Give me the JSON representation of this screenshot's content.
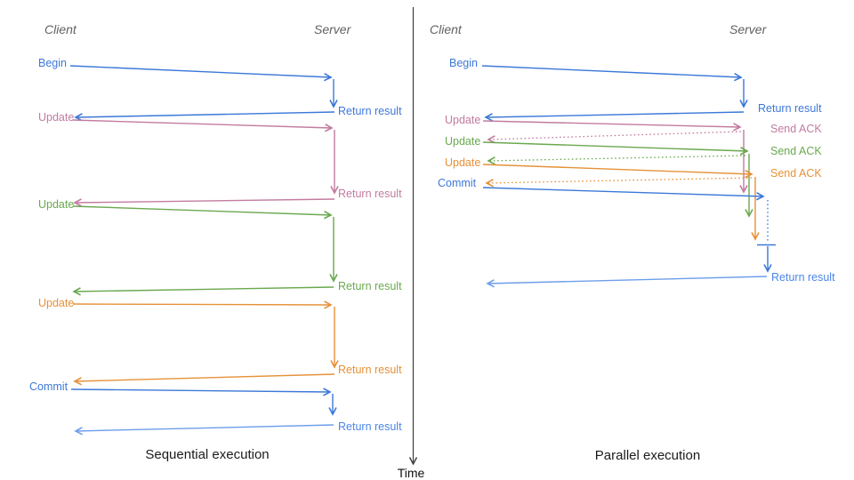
{
  "colors": {
    "blue": "#3c78d8",
    "light_blue": "#6d9eeb",
    "magenta": "#c27ba0",
    "green": "#6aa84f",
    "orange": "#e69138",
    "axis": "#3c3c3c",
    "lifeline_text": "#616161",
    "title_text": "#1b1b1b"
  },
  "time_axis": {
    "label": "Time"
  },
  "left_panel": {
    "title": "Sequential execution",
    "client_label": "Client",
    "server_label": "Server",
    "messages": [
      {
        "request": "Begin",
        "response": "Return result",
        "color": "blue"
      },
      {
        "request": "Update",
        "response": "Return result",
        "color": "magenta"
      },
      {
        "request": "Update",
        "response": "Return result",
        "color": "green"
      },
      {
        "request": "Update",
        "response": "Return result",
        "color": "orange"
      },
      {
        "request": "Commit",
        "response": "Return result",
        "color": "blue"
      }
    ]
  },
  "right_panel": {
    "title": "Parallel execution",
    "client_label": "Client",
    "server_label": "Server",
    "messages": [
      {
        "request": "Begin",
        "response": "Return result",
        "color": "blue"
      },
      {
        "request": "Update",
        "response": "Send ACK",
        "color": "magenta"
      },
      {
        "request": "Update",
        "response": "Send ACK",
        "color": "green"
      },
      {
        "request": "Update",
        "response": "Send ACK",
        "color": "orange"
      },
      {
        "request": "Commit",
        "response": "Return result",
        "color": "blue"
      }
    ]
  }
}
